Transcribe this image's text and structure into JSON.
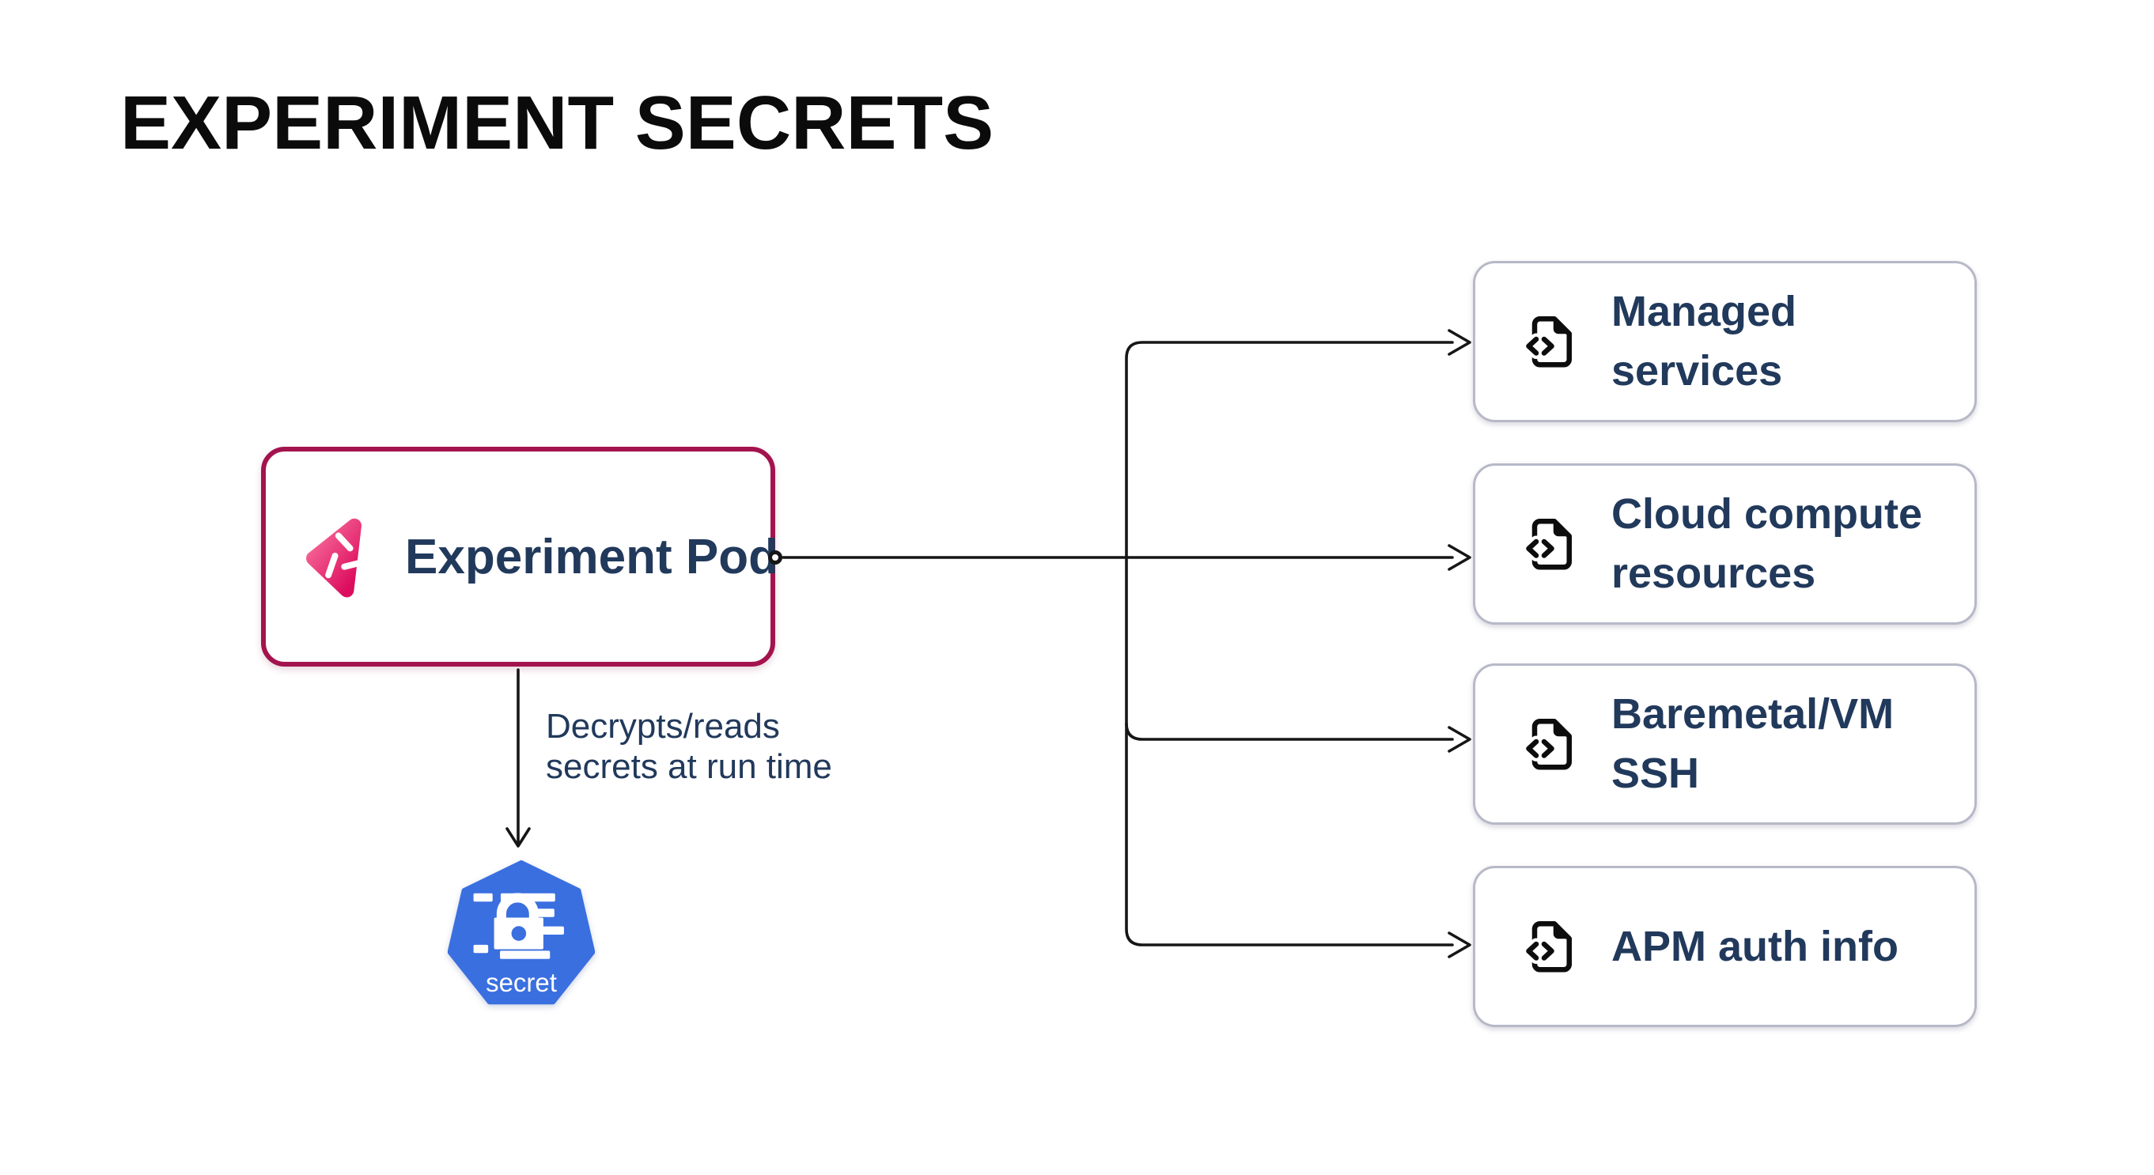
{
  "diagram": {
    "title": "EXPERIMENT SECRETS"
  },
  "pod": {
    "label": "Experiment Pod",
    "logo_icon": "litmus-pinwheel-icon",
    "border_color": "#a3134d",
    "logo_gradient": [
      "#f9729e",
      "#dc0d5e"
    ]
  },
  "edge_annotation": {
    "text": "Decrypts/reads\nsecrets at run time"
  },
  "secret": {
    "label": "secret",
    "icon": "kubernetes-secret-lock-icon",
    "color": "#3a6fe0"
  },
  "targets": [
    {
      "label": "Managed\nservices",
      "icon": "file-code-icon"
    },
    {
      "label": "Cloud compute\nresources",
      "icon": "file-code-icon"
    },
    {
      "label": "Baremetal/VM\nSSH",
      "icon": "file-code-icon"
    },
    {
      "label": "APM auth info",
      "icon": "file-code-icon"
    }
  ],
  "styles": {
    "text_color": "#21395b",
    "connector_color": "#161616",
    "target_border_color": "#b7b9c8",
    "background": "#ffffff"
  }
}
